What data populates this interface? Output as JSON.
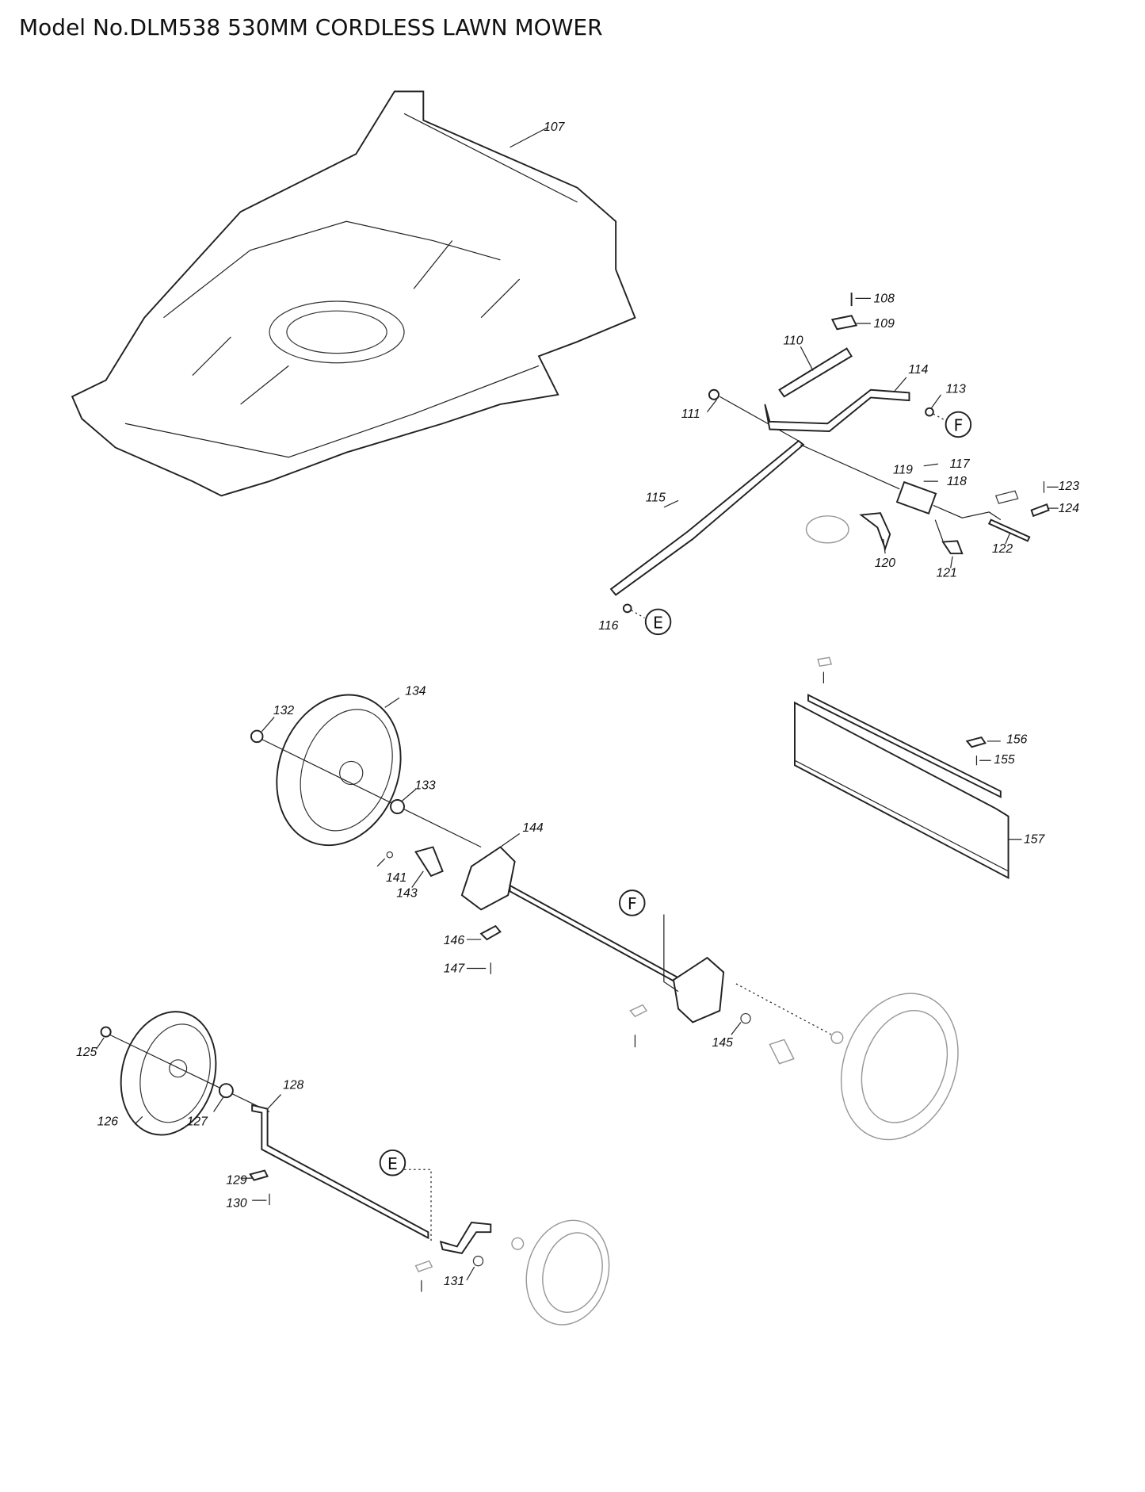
{
  "title": "Model No.DLM538 530MM CORDLESS LAWN MOWER",
  "callouts": {
    "p107": "107",
    "p108": "108",
    "p109": "109",
    "p110": "110",
    "p111": "111",
    "p113": "113",
    "p114": "114",
    "p115": "115",
    "p116": "116",
    "p117": "117",
    "p118": "118",
    "p119": "119",
    "p120": "120",
    "p121": "121",
    "p122": "122",
    "p123": "123",
    "p124": "124",
    "p125": "125",
    "p126": "126",
    "p127": "127",
    "p128": "128",
    "p129": "129",
    "p130": "130",
    "p131": "131",
    "p132": "132",
    "p133": "133",
    "p134": "134",
    "p141": "141",
    "p143": "143",
    "p144": "144",
    "p145": "145",
    "p146": "146",
    "p147": "147",
    "p155": "155",
    "p156": "156",
    "p157": "157"
  },
  "references": {
    "F": "F",
    "E": "E"
  }
}
